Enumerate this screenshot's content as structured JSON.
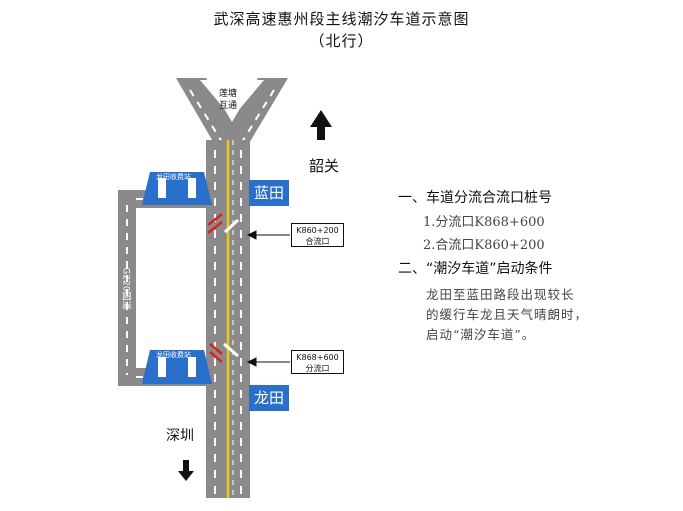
{
  "title": "武深高速惠州段主线潮汐车道示意图",
  "subtitle": "（北行）",
  "places": {
    "north_city": "韶关",
    "south_city": "深圳",
    "interchange_line1": "莲塘",
    "interchange_line2": "互通",
    "lantian": "蓝田",
    "longtian": "龙田",
    "toll_station_label": "龙田收费站",
    "road_name": "G220国道"
  },
  "callouts": {
    "merge_point": [
      "K860+200",
      "合流口"
    ],
    "diverge_point": [
      "K868+600",
      "分流口"
    ]
  },
  "info": {
    "section1_title": "一、车道分流合流口桩号",
    "section1_items": [
      "1.分流口K868+600",
      "2.合流口K860+200"
    ],
    "section2_title": "二、“潮汐车道”启动条件",
    "section2_lines": [
      "龙田至蓝田路段出现较长",
      "的缓行车龙且天气晴朗时，",
      "启动“潮汐车道”。"
    ]
  },
  "colors": {
    "road": "#8a8a8a",
    "lane_marking": "#ffffff",
    "center_line": "#f0c419",
    "tidal_marking": "#e0201c",
    "sign_blue": "#2a6fc9"
  }
}
